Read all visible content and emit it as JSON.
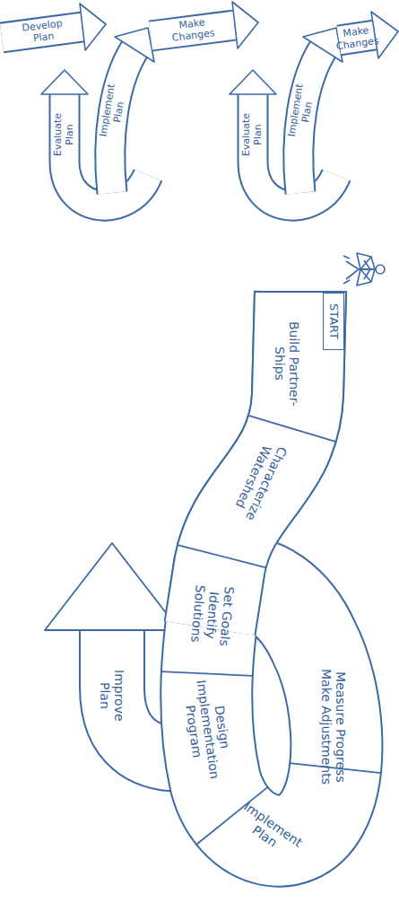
{
  "diagram": {
    "nodes": [
      {
        "text": [
          "Develop Plan"
        ]
      },
      {
        "text": [
          "Implement Plan"
        ]
      },
      {
        "text": [
          "Evaluate Plan"
        ]
      },
      {
        "text": [
          "Make Changes"
        ]
      },
      {
        "text": [
          "Implement Plan"
        ]
      },
      {
        "text": [
          "Evaluate Plan"
        ]
      },
      {
        "text": [
          "Make Changes"
        ]
      },
      {
        "text": [
          "START"
        ]
      },
      {
        "text": [
          "Build Partner- Ships"
        ]
      },
      {
        "text": [
          "Characterize Watershed"
        ]
      },
      {
        "text": [
          "Set Goals Identify Solutions"
        ]
      },
      {
        "text": [
          "Design Implementation Program"
        ]
      },
      {
        "text": [
          "Implement Plan"
        ]
      },
      {
        "text": [
          "Measure Progress Make Adjustments"
        ]
      },
      {
        "text": [
          "Improve Plan"
        ]
      }
    ]
  }
}
